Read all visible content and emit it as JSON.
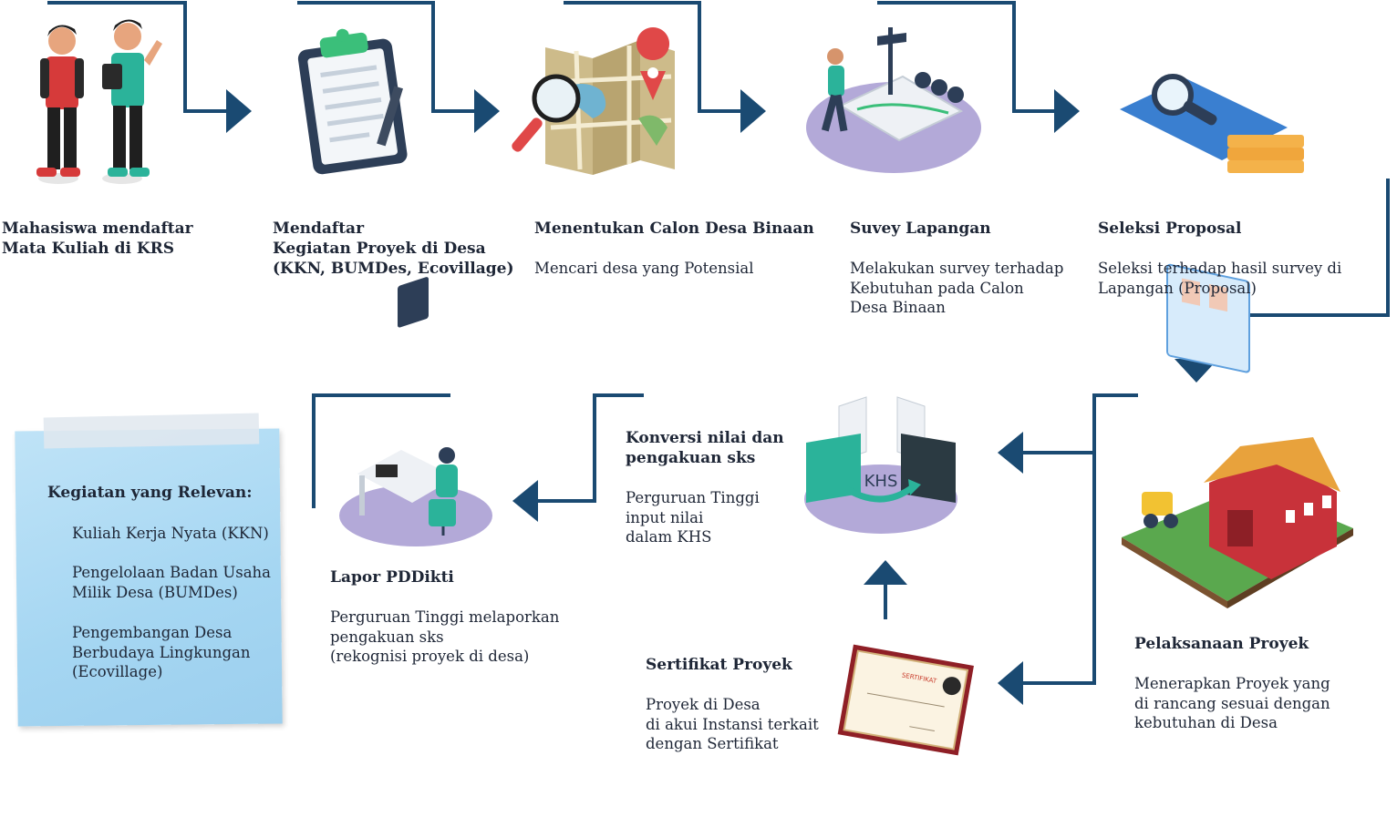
{
  "steps": {
    "s1": {
      "title": "Mahasiswa mendaftar\nMata Kuliah di KRS",
      "desc": ""
    },
    "s2": {
      "title": "Mendaftar\nKegiatan Proyek di Desa\n(KKN, BUMDes, Ecovillage)",
      "desc": ""
    },
    "s3": {
      "title": "Menentukan Calon Desa Binaan",
      "desc": "Mencari desa yang Potensial"
    },
    "s4": {
      "title": "Suvey Lapangan",
      "desc": "Melakukan survey terhadap\nKebutuhan pada Calon\nDesa Binaan"
    },
    "s5": {
      "title": "Seleksi Proposal",
      "desc": "Seleksi terhadap hasil survey di\nLapangan (Proposal)"
    },
    "s6": {
      "title": "Pelaksanaan Proyek",
      "desc": "Menerapkan Proyek yang\ndi rancang sesuai dengan\nkebutuhan di Desa"
    },
    "s7": {
      "title": "Sertifikat Proyek",
      "desc": "Proyek di Desa\ndi akui Instansi terkait\ndengan Sertifikat"
    },
    "s8": {
      "title": "Konversi nilai dan\npengakuan sks",
      "desc": "Perguruan Tinggi\ninput nilai\ndalam KHS"
    },
    "s9": {
      "title": "Lapor PDDikti",
      "desc": "Perguruan Tinggi melaporkan\npengakuan sks\n(rekognisi proyek di desa)"
    }
  },
  "illustrations": {
    "khs_label": "KHS",
    "certificate_label": "SERTIFIKAT"
  },
  "note": {
    "title": "Kegiatan yang Relevan:",
    "items": [
      "Kuliah Kerja Nyata (KKN)",
      "Pengelolaan Badan Usaha\nMilik Desa (BUMDes)",
      "Pengembangan Desa\nBerbudaya Lingkungan\n(Ecovillage)"
    ]
  },
  "colors": {
    "arrow": "#1a4a72",
    "accent_green": "#3bbf7a",
    "note_blue": "#a8d8f2"
  }
}
